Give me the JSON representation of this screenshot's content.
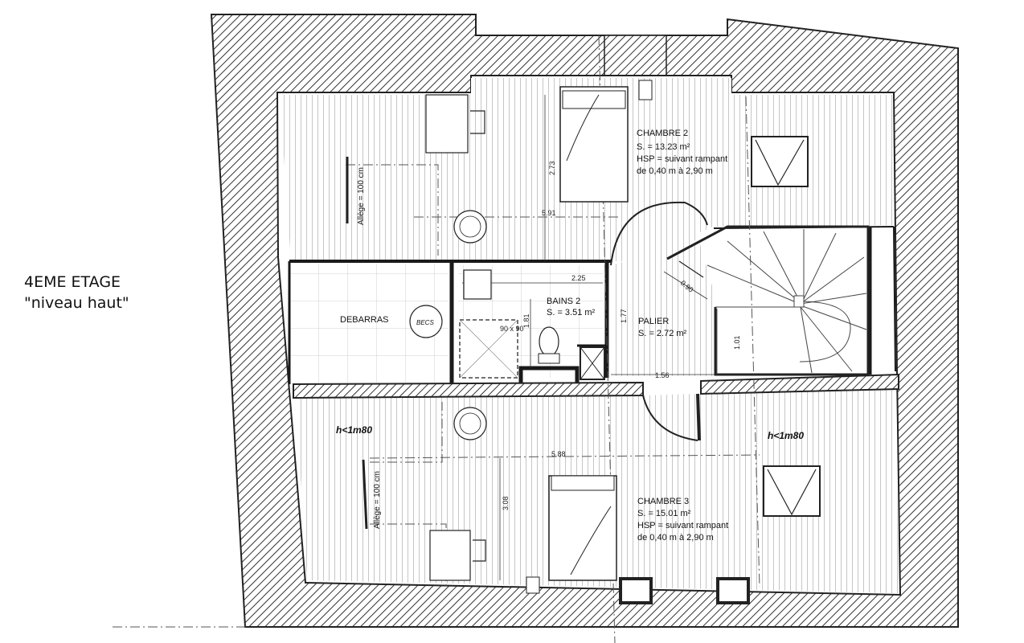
{
  "floor": {
    "title": "4EME ETAGE",
    "subtitle": "\"niveau haut\""
  },
  "rooms": {
    "chambre2": {
      "name": "CHAMBRE 2",
      "surface": "S. = 13.23 m²",
      "hsp": "HSP = suivant rampant",
      "hsp_range": "de 0,40 m à 2,90 m"
    },
    "chambre3": {
      "name": "CHAMBRE 3",
      "surface": "S. = 15.01 m²",
      "hsp": "HSP = suivant rampant",
      "hsp_range": "de 0,40 m à 2,90 m"
    },
    "bains2": {
      "name": "BAINS 2",
      "surface": "S. = 3.51 m²"
    },
    "palier": {
      "name": "PALIER",
      "surface": "S. = 2.72 m²"
    },
    "debarras": {
      "name": "DEBARRAS"
    }
  },
  "fixtures": {
    "becs": "BECS",
    "shower_size": "90 x 90"
  },
  "allege": {
    "top": "Allège = 100 cm",
    "bottom": "Allège = 100 cm"
  },
  "height_notes": {
    "left": "h<1m80",
    "right": "h<1m80"
  },
  "dimensions": {
    "d_591": "5.91",
    "d_273": "2.73",
    "d_225": "2.25",
    "d_181": "1.81",
    "d_177": "1.77",
    "d_090": "0.90",
    "d_101": "1.01",
    "d_156": "1.56",
    "d_588": "5.88",
    "d_308": "3.08"
  },
  "colors": {
    "wall": "#2a2a2a",
    "hatch": "#333333",
    "floor_line": "#b5b5b5",
    "line": "#1a1a1a"
  }
}
